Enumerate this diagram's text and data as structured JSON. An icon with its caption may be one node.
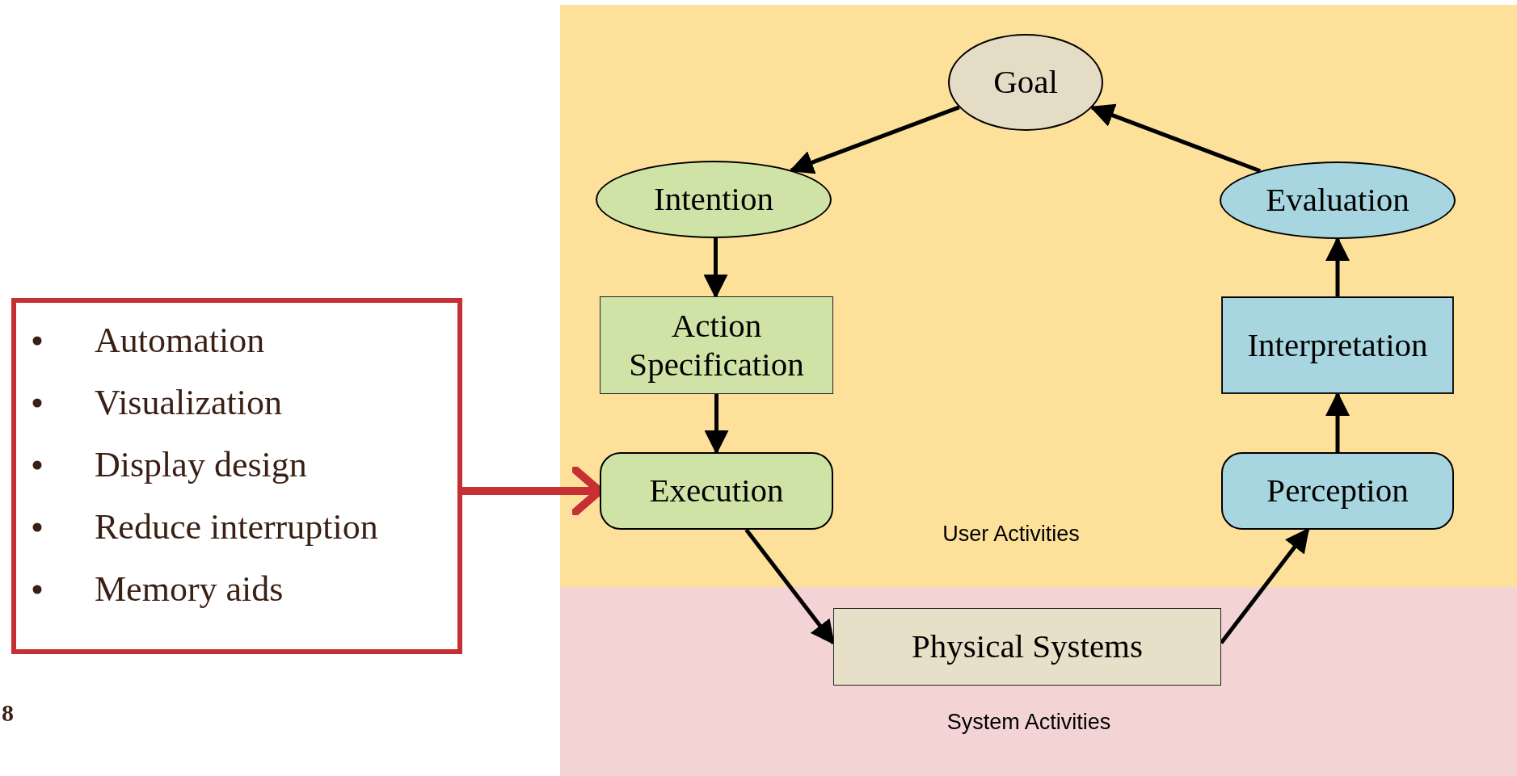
{
  "diagram": {
    "nodes": [
      {
        "text": [
          "User Activities"
        ]
      },
      {
        "text": [
          "System Activities"
        ]
      },
      {
        "text": [
          "Goal"
        ],
        "in": 0
      },
      {
        "text": [
          "Intention"
        ],
        "in": 0
      },
      {
        "text": [
          "Action Specification"
        ],
        "in": 0
      },
      {
        "text": [
          "Execution"
        ],
        "in": 0
      },
      {
        "text": [
          "Physical Systems"
        ],
        "in": 1
      },
      {
        "text": [
          "Perception"
        ],
        "in": 0
      },
      {
        "text": [
          "Interpretation"
        ],
        "in": 0
      },
      {
        "text": [
          "Evaluation"
        ],
        "in": 0
      },
      {
        "text": [
          "Automation",
          "Visualization",
          "Display design",
          "Reduce interruption",
          "Memory aids"
        ]
      }
    ],
    "edges": [
      {
        "from": 2,
        "to": 3,
        "arrow": "to"
      },
      {
        "from": 3,
        "to": 4,
        "arrow": "to"
      },
      {
        "from": 4,
        "to": 5,
        "arrow": "to"
      },
      {
        "from": 5,
        "to": 6,
        "arrow": "to"
      },
      {
        "from": 6,
        "to": 7,
        "arrow": "to"
      },
      {
        "from": 7,
        "to": 8,
        "arrow": "to"
      },
      {
        "from": 8,
        "to": 9,
        "arrow": "to"
      },
      {
        "from": 9,
        "to": 2,
        "arrow": "to"
      },
      {
        "from": 10,
        "to": 5,
        "arrow": "to",
        "style": "thick",
        "color": "#c62f33"
      }
    ],
    "labels": [
      "8"
    ]
  }
}
